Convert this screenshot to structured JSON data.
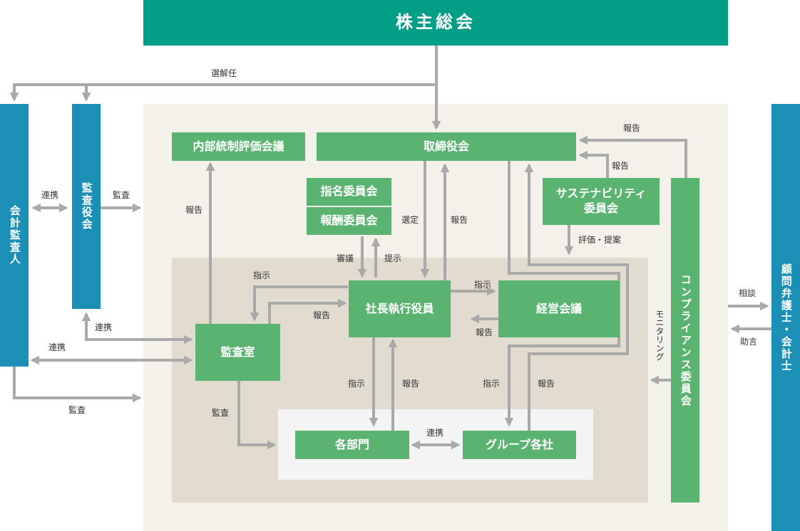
{
  "nodes": {
    "shareholders": "株主総会",
    "accounting_auditor": "会計監査人",
    "audit_board": "監査役会",
    "internal_control_council": "内部統制評価会議",
    "board": "取締役会",
    "nomination": "指名委員会",
    "compensation": "報酬委員会",
    "sustainability": "サステナビリティ\n委員会",
    "president": "社長執行役員",
    "management_council": "経営会議",
    "audit_office": "監査室",
    "departments": "各部門",
    "group_companies": "グループ各社",
    "compliance": "コンプライアンス委員会",
    "advisors": "顧問弁護士・会計士"
  },
  "labels": {
    "elect": "選解任",
    "coop_left": "連携",
    "audit_top": "監査",
    "coop_mid": "連携",
    "coop_low": "連携",
    "audit_bottom": "監査",
    "report_icc": "報告",
    "deliberate": "審議",
    "propose": "提示",
    "select": "選定",
    "report_board": "報告",
    "report_comp_top": "報告",
    "report_sus": "報告",
    "eval_propose": "評価・提案",
    "instruct_audit": "指示",
    "report_audit": "報告",
    "instruct_mgmt": "指示",
    "report_mgmt": "報告",
    "instruct_dept": "指示",
    "report_dept": "報告",
    "instruct_group": "指示",
    "report_group": "報告",
    "audit_dept": "監査",
    "coop_dept": "連携",
    "monitoring": "モニタリング",
    "consult": "相談",
    "advice": "助言"
  },
  "colors": {
    "green": "#5bb372",
    "teal": "#029e86",
    "blue": "#1b8fb6",
    "arrow": "#a9a9a9",
    "panel_outer": "#f4f1ea",
    "panel_inner": "#e1dbd0"
  }
}
